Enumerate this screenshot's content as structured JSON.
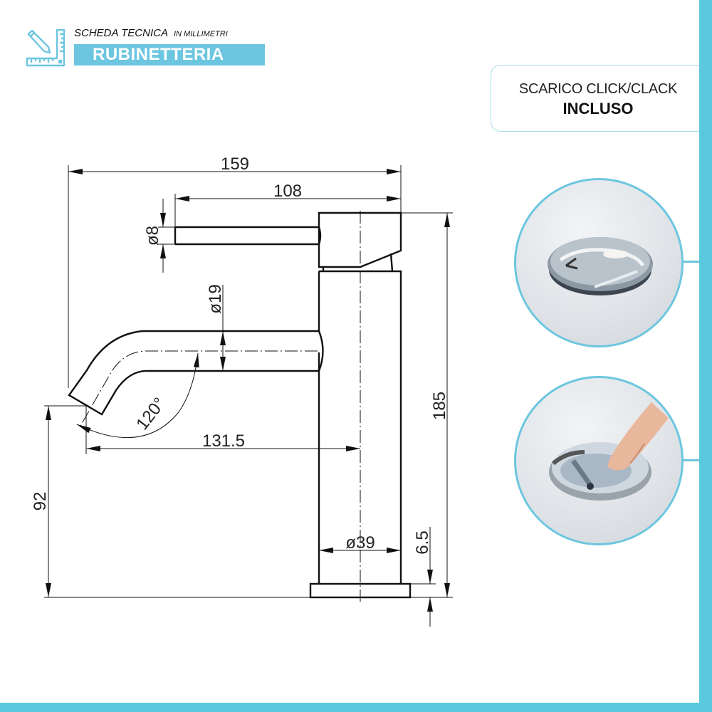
{
  "header": {
    "title": "SCHEDA TECNICA",
    "unit_note": "IN MILLIMETRI",
    "category": "RUBINETTERIA",
    "icon": "ruler-pencil-icon",
    "accent_color": "#6cc6e0"
  },
  "callout": {
    "line1": "SCARICO CLICK/CLACK",
    "line2": "INCLUSO",
    "border_color": "#a6dbe8"
  },
  "photos": [
    {
      "name": "drain-plug-closed",
      "description": "chrome click-clack drain plug in white basin"
    },
    {
      "name": "drain-plug-pressed",
      "description": "finger pressing chrome click-clack drain plug"
    }
  ],
  "drawing": {
    "subject": "single-lever basin mixer tap, side elevation",
    "dimensions": {
      "total_length": "159",
      "lever_length": "108",
      "lever_diameter": "ø8",
      "spout_diameter": "ø19",
      "spout_angle": "120°",
      "spout_reach": "131.5",
      "spout_height": "92",
      "total_height": "185",
      "body_diameter": "ø39",
      "base_thickness": "6.5"
    }
  },
  "frame": {
    "strip_color": "#5bc8de"
  }
}
